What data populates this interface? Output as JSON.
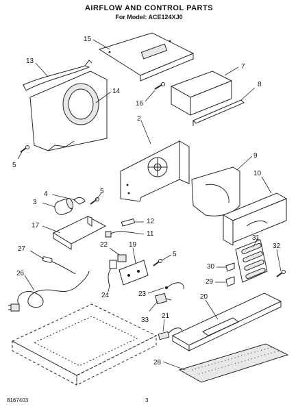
{
  "header": {
    "title": "AIRFLOW AND CONTROL PARTS",
    "subtitle": "For Model: ACE124XJ0"
  },
  "footer": {
    "doc_number": "8167403",
    "page_number": "3"
  },
  "callouts": {
    "c2": "2",
    "c3": "3",
    "c4": "4",
    "c5a": "5",
    "c5b": "5",
    "c5c": "5",
    "c7": "7",
    "c8": "8",
    "c9": "9",
    "c10": "10",
    "c11": "11",
    "c12": "12",
    "c13": "13",
    "c14": "14",
    "c15": "15",
    "c16": "16",
    "c17": "17",
    "c19": "19",
    "c20": "20",
    "c21": "21",
    "c22": "22",
    "c23": "23",
    "c24": "24",
    "c26": "26",
    "c27": "27",
    "c28": "28",
    "c29": "29",
    "c30": "30",
    "c31": "31",
    "c32": "32",
    "c33": "33"
  }
}
